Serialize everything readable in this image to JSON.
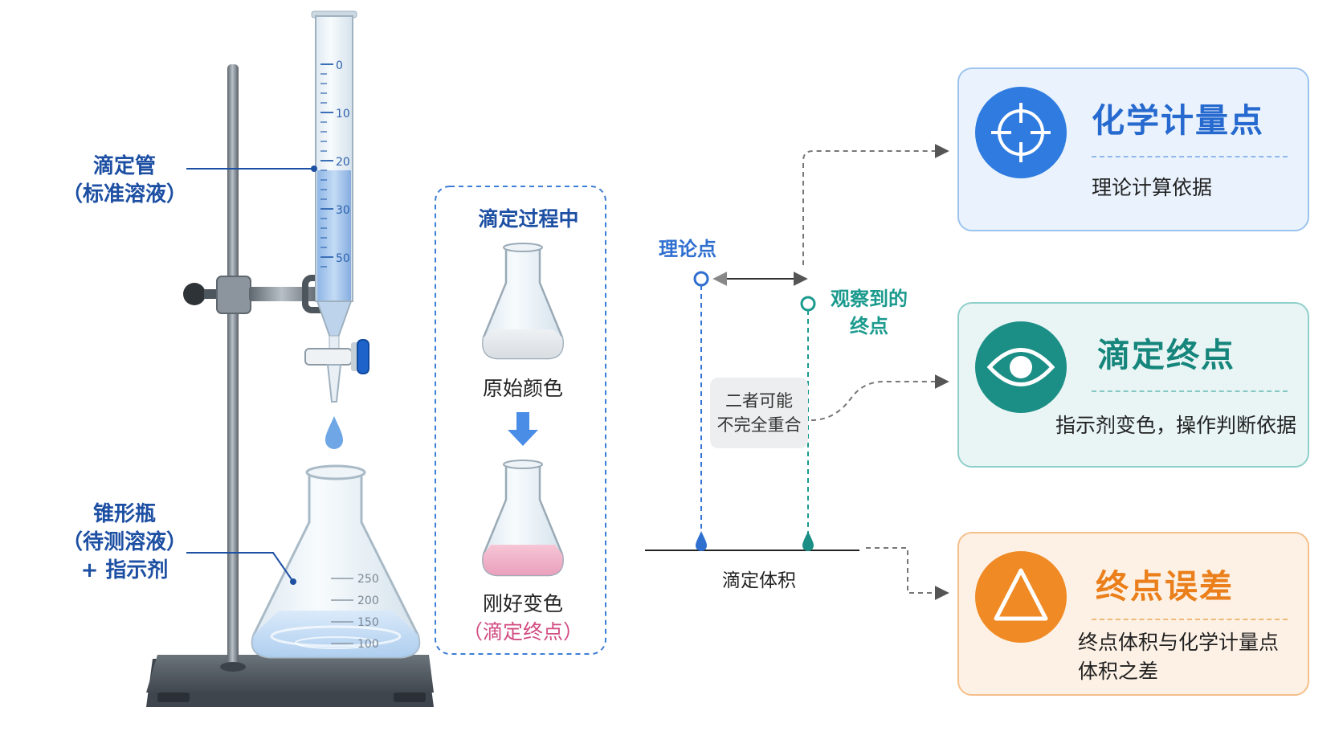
{
  "apparatus": {
    "burette_label_line1": "滴定管",
    "burette_label_line2": "（标准溶液）",
    "flask_label_line1": "锥形瓶",
    "flask_label_line2": "（待测溶液）",
    "flask_label_line3": "+ 指示剂",
    "burette_ticks": [
      "0",
      "10",
      "20",
      "30",
      "50"
    ],
    "flask_ticks": [
      "250",
      "200",
      "150",
      "100"
    ]
  },
  "process": {
    "title": "滴定过程中",
    "before_caption": "原始颜色",
    "after_caption": "刚好变色",
    "after_subcaption": "（滴定终点）"
  },
  "axis": {
    "theory_label": "理论点",
    "observed_label_line1": "观察到的",
    "observed_label_line2": "终点",
    "note_line1": "二者可能",
    "note_line2": "不完全重合",
    "axis_label": "滴定体积"
  },
  "cards": [
    {
      "title": "化学计量点",
      "desc": "理论计算依据",
      "icon": "crosshair-icon",
      "color": "#2f7be0"
    },
    {
      "title": "滴定终点",
      "desc": "指示剂变色，操作判断依据",
      "icon": "eye-icon",
      "color": "#1b8f86"
    },
    {
      "title": "终点误差",
      "desc_line1": "终点体积与化学计量点",
      "desc_line2": "体积之差",
      "icon": "warning-triangle-icon",
      "color": "#f08a24"
    }
  ]
}
